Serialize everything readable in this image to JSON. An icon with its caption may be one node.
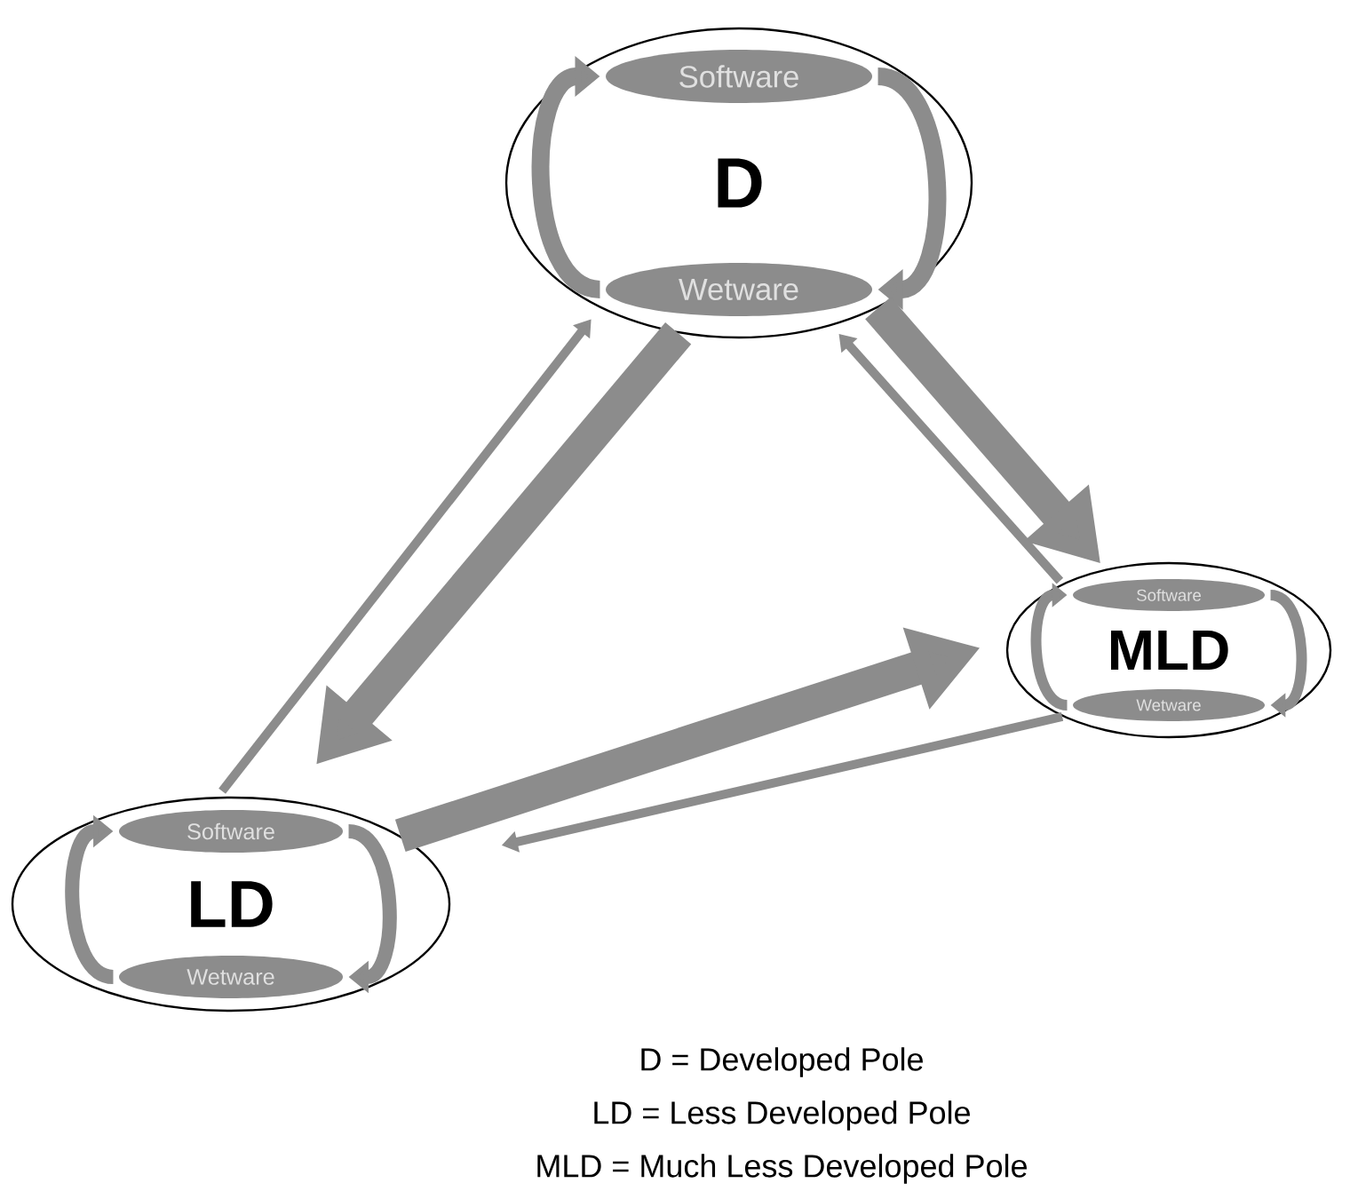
{
  "diagram": {
    "nodes": [
      {
        "text": [
          "D"
        ]
      },
      {
        "text": [
          "Software"
        ],
        "in": 0
      },
      {
        "text": [
          "Wetware"
        ],
        "in": 0
      },
      {
        "text": [
          "LD"
        ]
      },
      {
        "text": [
          "Software"
        ],
        "in": 3
      },
      {
        "text": [
          "Wetware"
        ],
        "in": 3
      },
      {
        "text": [
          "MLD"
        ]
      },
      {
        "text": [
          "Software"
        ],
        "in": 6
      },
      {
        "text": [
          "Wetware"
        ],
        "in": 6
      }
    ],
    "edges": [
      {
        "from": 1,
        "to": 2,
        "arrow": "to"
      },
      {
        "from": 2,
        "to": 1,
        "arrow": "to"
      },
      {
        "from": 4,
        "to": 5,
        "arrow": "to"
      },
      {
        "from": 5,
        "to": 4,
        "arrow": "to"
      },
      {
        "from": 7,
        "to": 8,
        "arrow": "to"
      },
      {
        "from": 8,
        "to": 7,
        "arrow": "to"
      },
      {
        "from": 0,
        "to": 6,
        "arrow": "to",
        "style": "thick"
      },
      {
        "from": 0,
        "to": 3,
        "arrow": "to",
        "style": "thick"
      },
      {
        "from": 3,
        "to": 0,
        "arrow": "to"
      },
      {
        "from": 6,
        "to": 0,
        "arrow": "to"
      },
      {
        "from": 3,
        "to": 6,
        "arrow": "to",
        "style": "thick"
      },
      {
        "from": 6,
        "to": 3,
        "arrow": "to"
      }
    ],
    "labels": [
      "D = Developed Pole",
      "LD = Less Developed Pole",
      "MLD = Much Less Developed Pole"
    ]
  }
}
